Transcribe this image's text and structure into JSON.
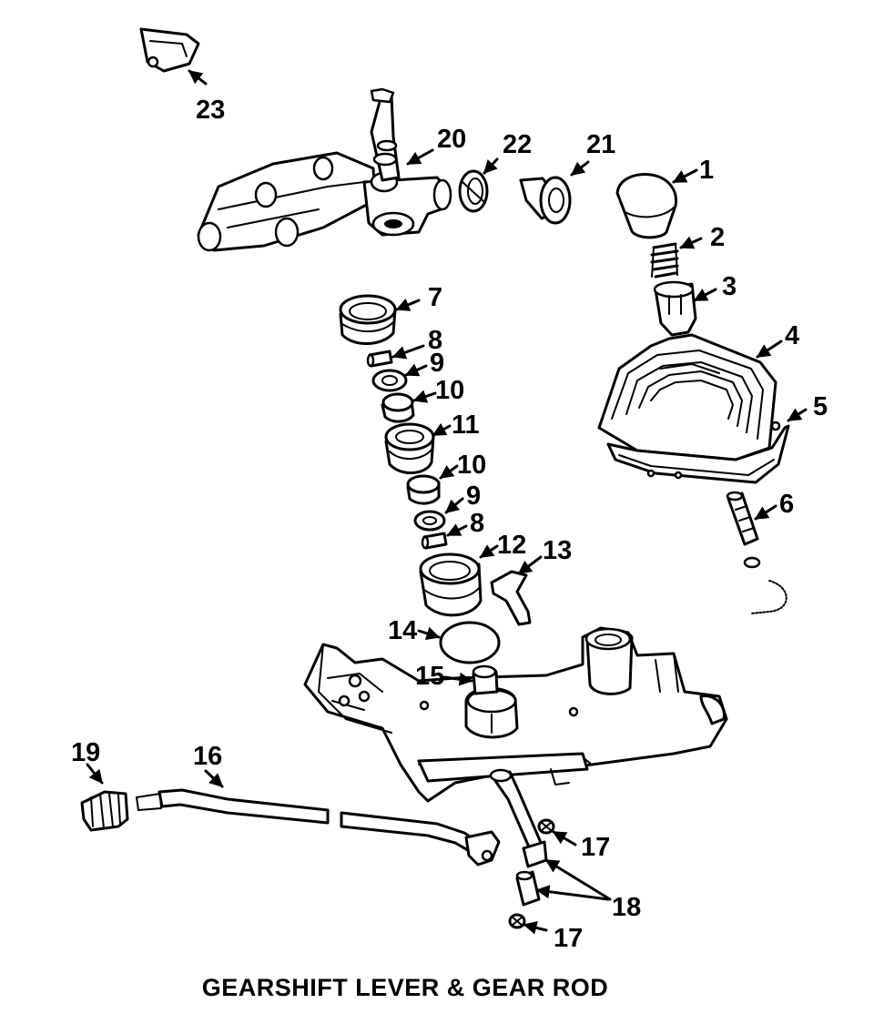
{
  "caption": "GEARSHIFT LEVER & GEAR ROD",
  "callouts": {
    "c1": "1",
    "c2": "2",
    "c3": "3",
    "c4": "4",
    "c5": "5",
    "c6": "6",
    "c7": "7",
    "c8a": "8",
    "c9a": "9",
    "c10a": "10",
    "c11": "11",
    "c10b": "10",
    "c9b": "9",
    "c8b": "8",
    "c12": "12",
    "c13": "13",
    "c14": "14",
    "c15": "15",
    "c16": "16",
    "c17a": "17",
    "c17b": "17",
    "c18": "18",
    "c19": "19",
    "c20": "20",
    "c21": "21",
    "c22": "22",
    "c23": "23"
  }
}
